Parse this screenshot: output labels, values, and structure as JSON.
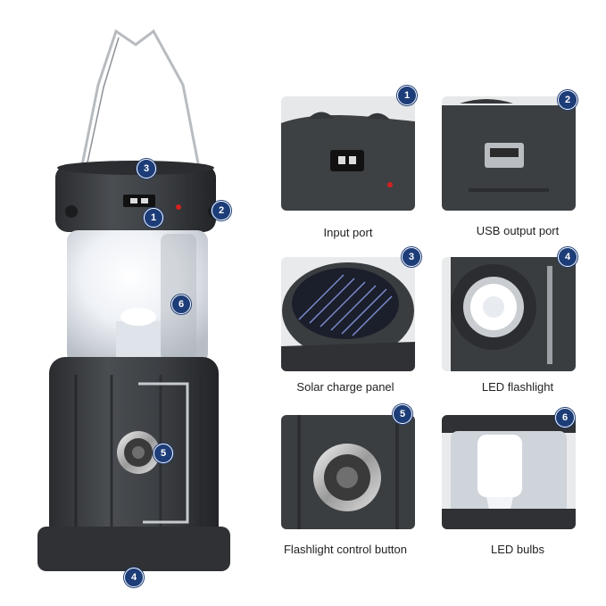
{
  "callouts": {
    "main": [
      "1",
      "2",
      "3",
      "4",
      "5",
      "6"
    ]
  },
  "features": [
    {
      "number": "1",
      "label": "Input port"
    },
    {
      "number": "2",
      "label": "USB output port"
    },
    {
      "number": "3",
      "label": "Solar charge panel"
    },
    {
      "number": "4",
      "label": "LED flashlight"
    },
    {
      "number": "5",
      "label": "Flashlight control button"
    },
    {
      "number": "6",
      "label": "LED bulbs"
    }
  ],
  "colors": {
    "badge": "#1d3d78",
    "body": "#3a3d40",
    "glow": "#f2f4f8",
    "indicator": "#d32020"
  }
}
